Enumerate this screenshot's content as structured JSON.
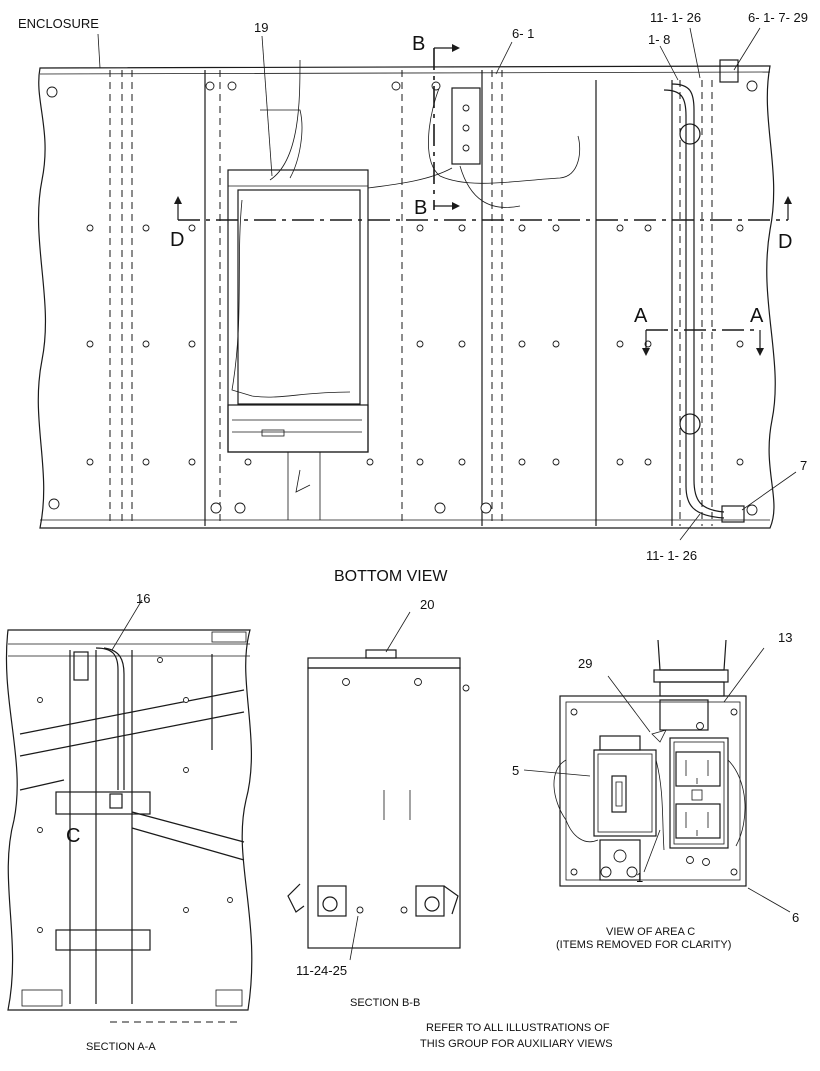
{
  "labels": {
    "enclosure": "ENCLOSURE",
    "p19": "19",
    "p6_1": "6- 1",
    "p11_1_26_top": "11- 1- 26",
    "p6_1_7_29": "6- 1- 7- 29",
    "p1_8": "1- 8",
    "p7": "7",
    "p11_1_26_bottom": "11- 1- 26",
    "p16": "16",
    "p20": "20",
    "p13": "13",
    "p29": "29",
    "p5": "5",
    "p1": "1",
    "p6": "6",
    "p11_24_25": "11-24-25"
  },
  "section_markers": {
    "b": "B",
    "d": "D",
    "a": "A",
    "c": "C"
  },
  "captions": {
    "bottom_view": "BOTTOM VIEW",
    "section_aa": "SECTION  A-A",
    "section_bb": "SECTION  B-B",
    "view_area_c_line1": "VIEW OF AREA  C",
    "view_area_c_line2": "(ITEMS REMOVED FOR CLARITY)",
    "refer_line1": "REFER TO ALL ILLUSTRATIONS OF",
    "refer_line2": "THIS GROUP FOR AUXILIARY VIEWS"
  }
}
